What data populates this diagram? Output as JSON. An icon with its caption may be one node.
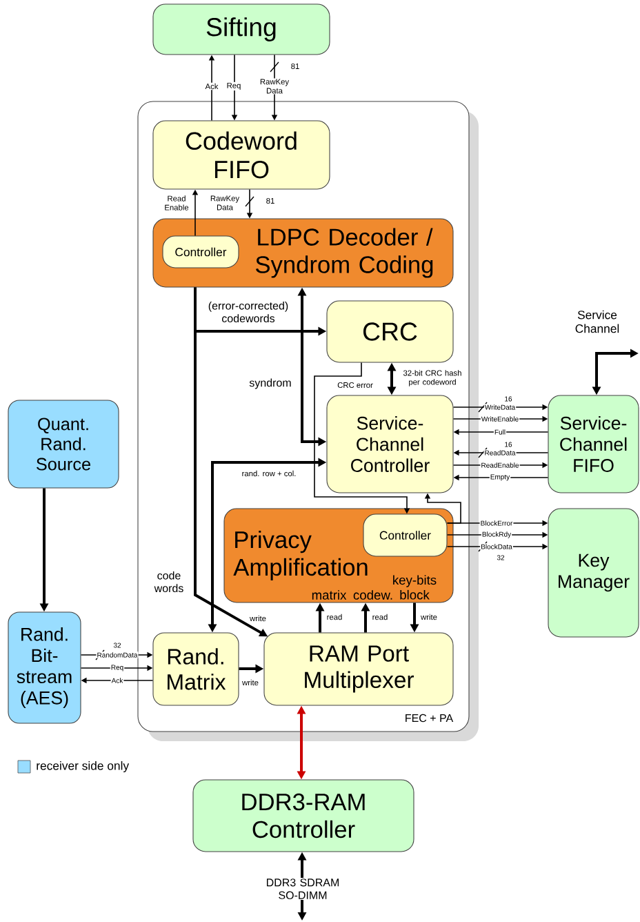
{
  "diagram": {
    "nodes": [
      {
        "text": [
          "Sifting"
        ]
      },
      {
        "text": [
          "FEC + PA"
        ]
      },
      {
        "text": [
          "Codeword FIFO"
        ],
        "in": 1
      },
      {
        "text": [
          "LDPC Decoder / Syndrom Coding"
        ],
        "in": 1
      },
      {
        "text": [
          "Controller"
        ],
        "in": 3
      },
      {
        "text": [
          "CRC"
        ],
        "in": 1
      },
      {
        "text": [
          "Service-Channel Controller"
        ],
        "in": 1
      },
      {
        "text": [
          "Privacy Amplification",
          "matrix",
          "codew.",
          "key-bits block"
        ],
        "in": 1
      },
      {
        "text": [
          "Controller"
        ],
        "in": 7
      },
      {
        "text": [
          "Rand. Matrix"
        ],
        "in": 1
      },
      {
        "text": [
          "RAM Port Multiplexer"
        ],
        "in": 1
      },
      {
        "text": [
          "Quant. Rand. Source"
        ]
      },
      {
        "text": [
          "Rand. Bit-stream (AES)"
        ]
      },
      {
        "text": [
          "Service-Channel FIFO"
        ]
      },
      {
        "text": [
          "Key Manager"
        ]
      },
      {
        "text": [
          "DDR3-RAM Controller"
        ]
      }
    ],
    "edges": [
      {
        "from": 2,
        "to": 0,
        "arrow": "to",
        "label": "Ack"
      },
      {
        "from": 0,
        "to": 2,
        "arrow": "to",
        "label": "Req"
      },
      {
        "from": 0,
        "to": 2,
        "arrow": "to",
        "label": "RawKey Data"
      },
      {
        "from": 4,
        "to": 2,
        "arrow": "to",
        "label": "Read Enable"
      },
      {
        "from": 2,
        "to": 3,
        "arrow": "to",
        "label": "RawKey Data"
      },
      {
        "from": 3,
        "to": 5,
        "arrow": "to",
        "label": "(error-corrected) codewords",
        "style": "thick"
      },
      {
        "from": 3,
        "to": 10,
        "arrow": "to",
        "label": "write",
        "style": "thick"
      },
      {
        "from": 3,
        "to": 6,
        "arrow": "both",
        "label": "syndrom",
        "style": "thick"
      },
      {
        "from": 5,
        "to": 8,
        "arrow": "to",
        "label": "CRC error"
      },
      {
        "from": 5,
        "to": 6,
        "arrow": "both",
        "label": "32-bit CRC hash per codeword",
        "style": "thick"
      },
      {
        "from": 6,
        "to": 9,
        "arrow": "both",
        "label": "rand. row + col.",
        "style": "thick"
      },
      {
        "from": 6,
        "to": 13,
        "arrow": "to",
        "label": "WriteData"
      },
      {
        "from": 6,
        "to": 13,
        "arrow": "to",
        "label": "WriteEnable"
      },
      {
        "from": 13,
        "to": 6,
        "arrow": "to",
        "label": "Full"
      },
      {
        "from": 13,
        "to": 6,
        "arrow": "to",
        "label": "ReadData"
      },
      {
        "from": 6,
        "to": 13,
        "arrow": "to",
        "label": "ReadEnable"
      },
      {
        "from": 13,
        "to": 6,
        "arrow": "to",
        "label": "Empty"
      },
      {
        "from": null,
        "to": 13,
        "arrow": "both",
        "label": "Service Channel",
        "style": "thick"
      },
      {
        "from": 8,
        "to": 14,
        "arrow": "to",
        "label": "BlockError"
      },
      {
        "from": 8,
        "to": 14,
        "arrow": "to",
        "label": "BlockRdy"
      },
      {
        "from": 8,
        "to": 14,
        "arrow": "to",
        "label": "BlockData"
      },
      {
        "from": 8,
        "to": 6,
        "arrow": "to"
      },
      {
        "from": 11,
        "to": 12,
        "arrow": "to",
        "style": "thick"
      },
      {
        "from": 12,
        "to": 9,
        "arrow": "to",
        "label": "RandomData"
      },
      {
        "from": 12,
        "to": 9,
        "arrow": "to",
        "label": "Req"
      },
      {
        "from": 9,
        "to": 12,
        "arrow": "to",
        "label": "Ack"
      },
      {
        "from": 9,
        "to": 10,
        "arrow": "to",
        "label": "write",
        "style": "thick"
      },
      {
        "from": 10,
        "to": 7,
        "arrow": "to",
        "label": "read",
        "style": "thick"
      },
      {
        "from": 10,
        "to": 7,
        "arrow": "to",
        "label": "read",
        "style": "thick"
      },
      {
        "from": 7,
        "to": 10,
        "arrow": "to",
        "label": "write",
        "style": "thick"
      },
      {
        "from": 10,
        "to": 15,
        "arrow": "both",
        "style": "thick",
        "color": "#cc0000"
      },
      {
        "from": 15,
        "to": null,
        "arrow": "both",
        "label": "DDR3 SDRAM SO-DIMM",
        "style": "thick"
      }
    ],
    "labels": [
      "81",
      "81",
      "16",
      "16",
      "32",
      "code words",
      "32"
    ],
    "legend": [
      {
        "text": "receiver side only",
        "color": "#99ddff"
      }
    ]
  }
}
